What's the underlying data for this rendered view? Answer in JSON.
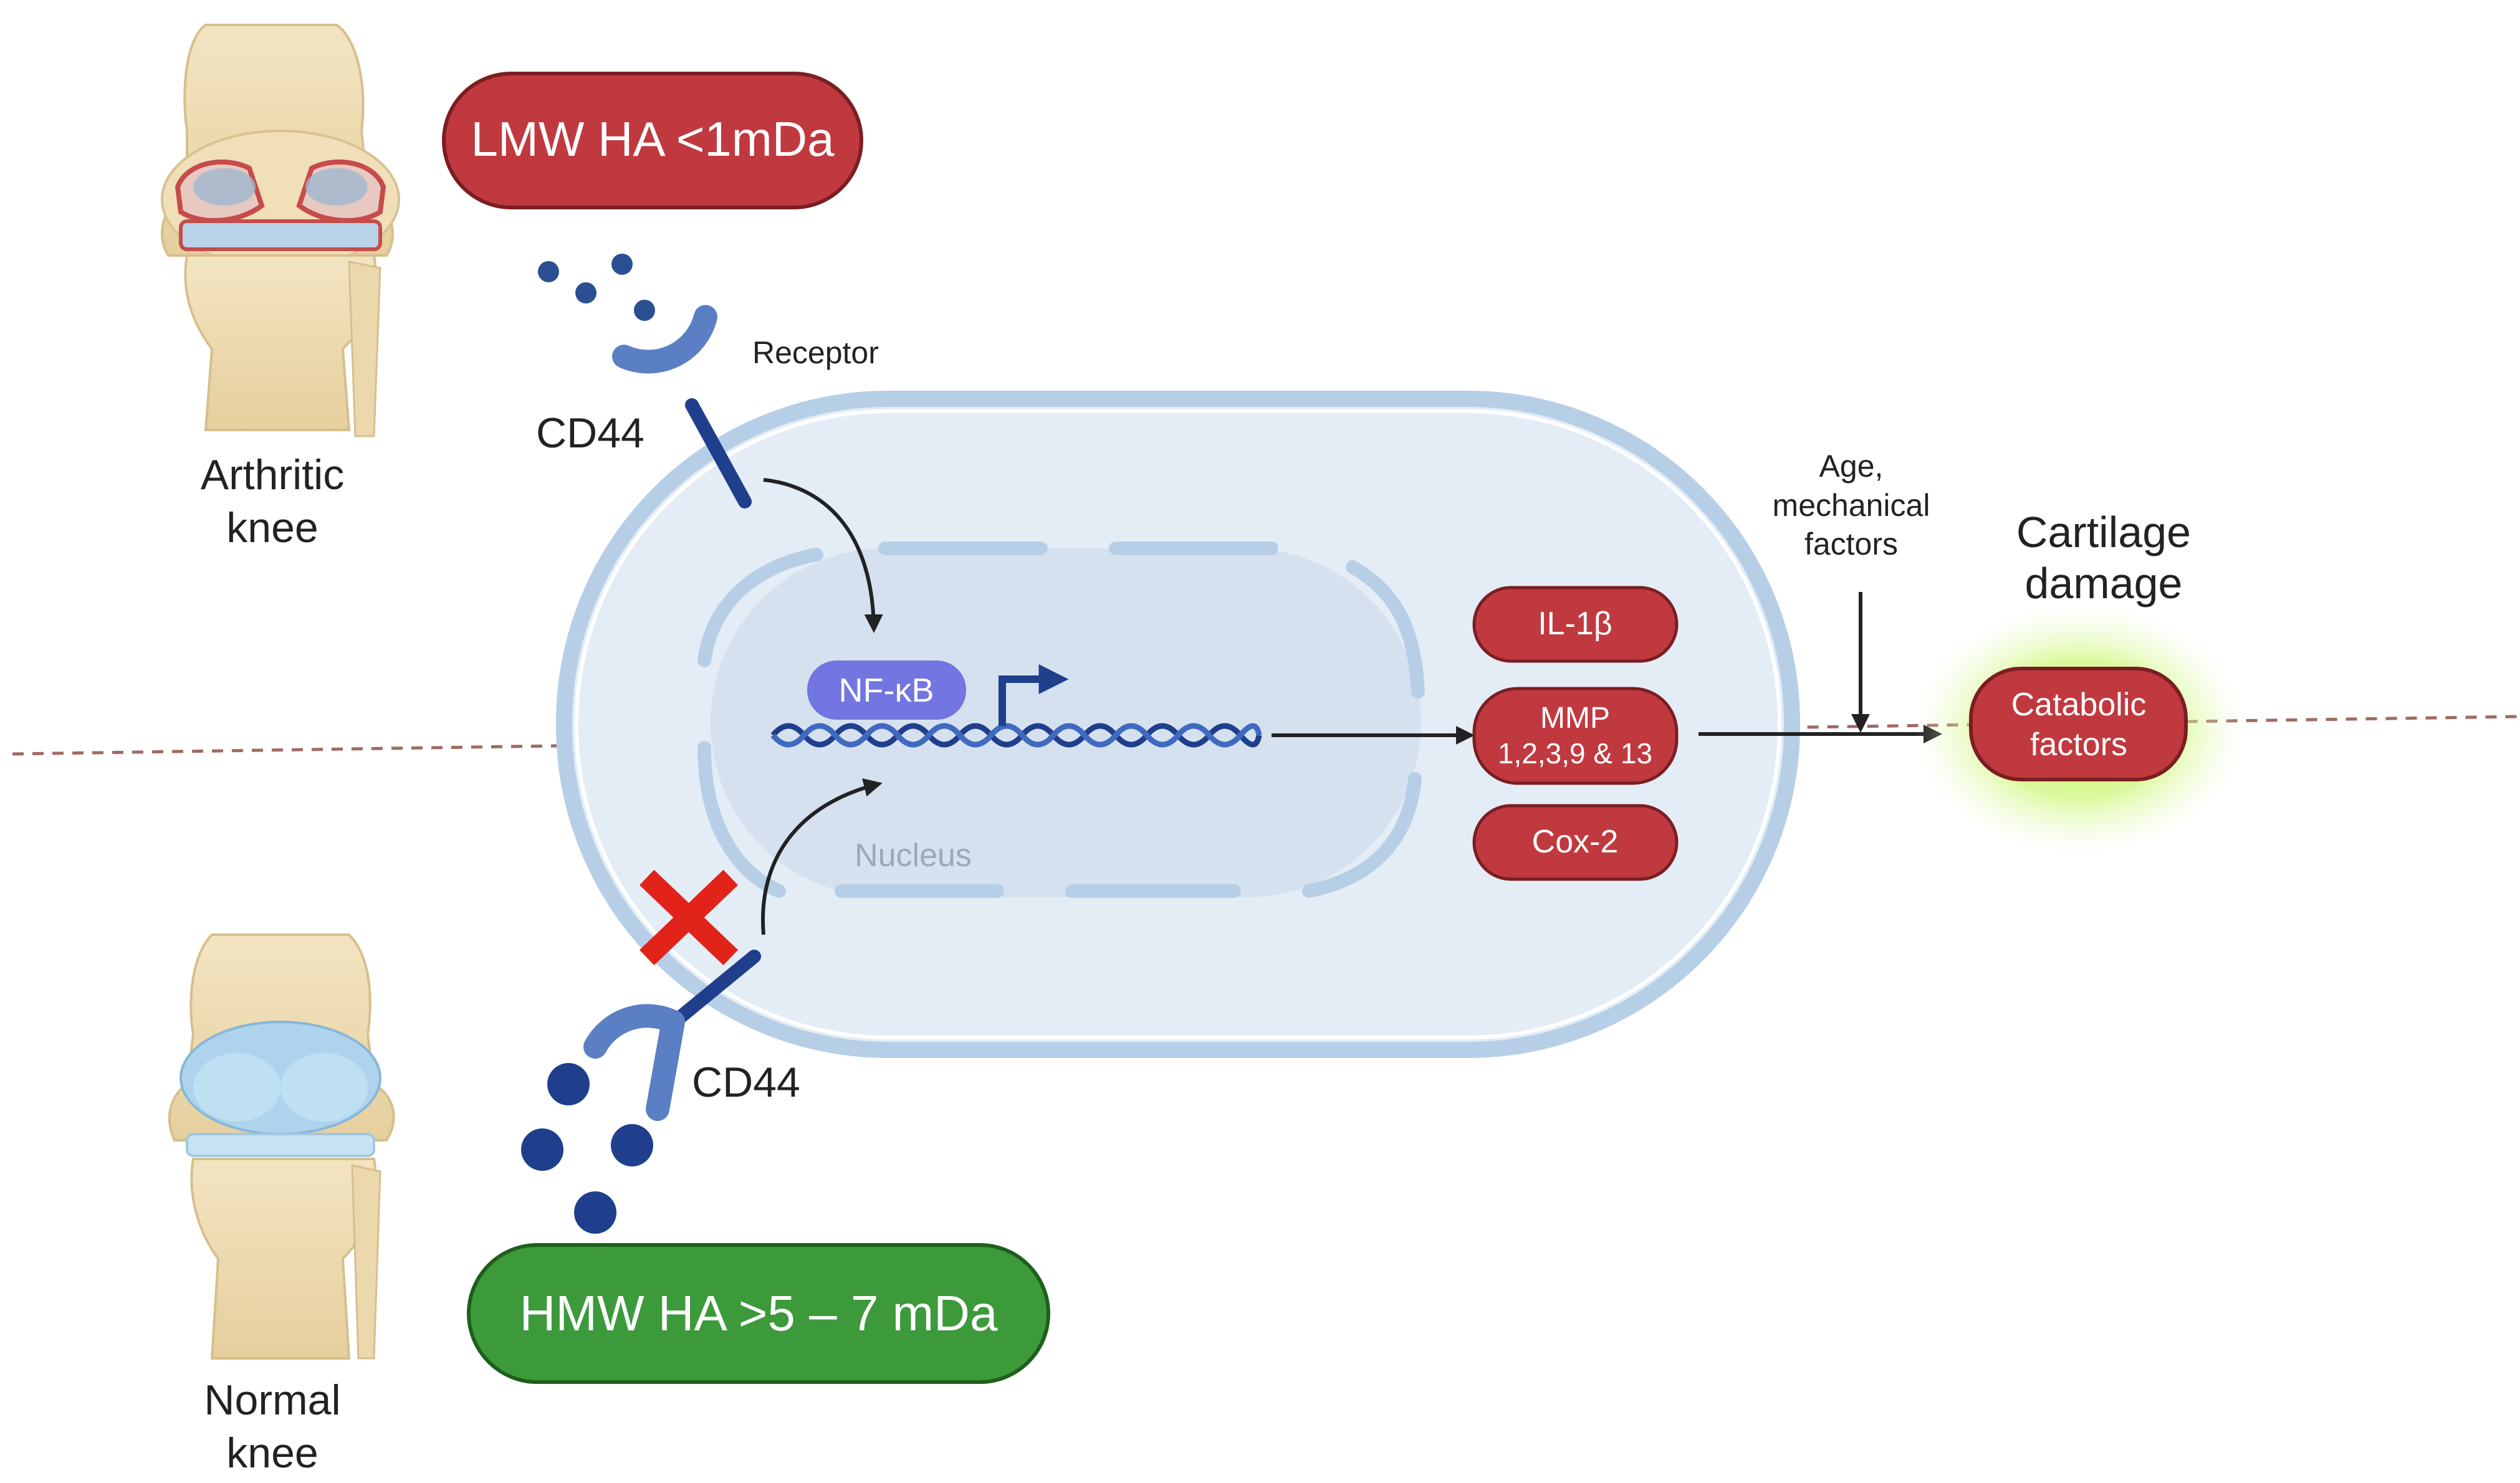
{
  "knees": {
    "arthritic_line1": "Arthritic",
    "arthritic_line2": "knee",
    "normal_line1": "Normal",
    "normal_line2": "knee"
  },
  "ha": {
    "lmw_label": "LMW HA <1mDa",
    "hmw_label": "HMW HA >5 – 7 mDa"
  },
  "receptor": {
    "label": "Receptor",
    "cd44_top": "CD44",
    "cd44_bottom": "CD44"
  },
  "cell": {
    "transcription_factor": "NF-κB",
    "nucleus_label": "Nucleus"
  },
  "mediators": {
    "il1b": "IL-1β",
    "mmp_line1": "MMP",
    "mmp_line2": "1,2,3,9 & 13",
    "cox2": "Cox-2"
  },
  "factors": {
    "line1": "Age,",
    "line2": "mechanical",
    "line3": "factors"
  },
  "outcome": {
    "title_line1": "Cartilage",
    "title_line2": "damage",
    "catabolic_line1": "Catabolic",
    "catabolic_line2": "factors"
  },
  "colors": {
    "red_box": "#c0393f",
    "green_box": "#3c9a3a",
    "receptor_blue": "#5b7fc4",
    "dark_blue": "#1f3f8c",
    "cell_fill": "#e4edf6",
    "cell_stroke": "#b7cfe6",
    "nfkb_purple": "#7276e0",
    "glow_green": "#b6f23a"
  }
}
